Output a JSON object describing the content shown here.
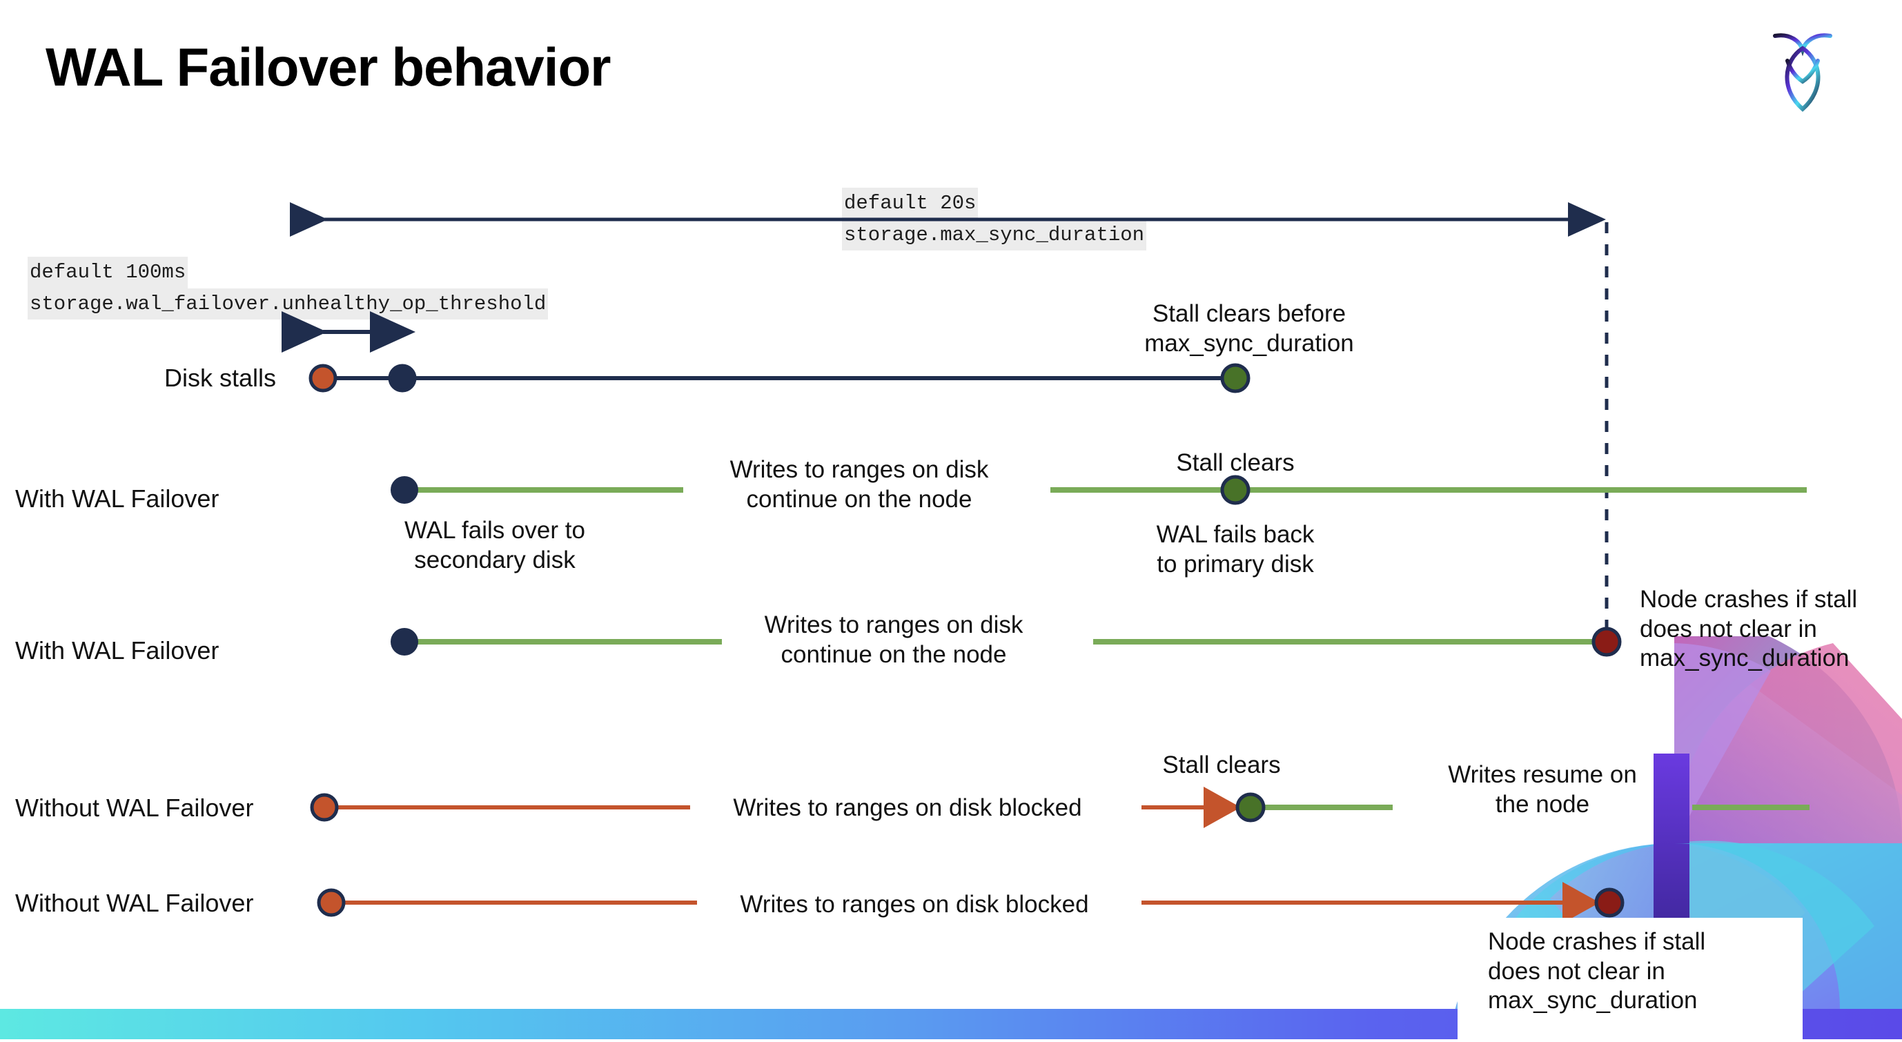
{
  "slide": {
    "title": "WAL Failover behavior",
    "logo_name": "cockroachdb-logo"
  },
  "annotations": {
    "top_cluster_line1": "default 20s",
    "top_cluster_line2": "storage.max_sync_duration",
    "left_cluster_line1": "default 100ms",
    "left_cluster_line2": "storage.wal_failover.unhealthy_op_threshold"
  },
  "rows": [
    {
      "label": "Disk stalls"
    },
    {
      "label": "With WAL Failover"
    },
    {
      "label": "With WAL Failover"
    },
    {
      "label": "Without WAL Failover"
    },
    {
      "label": "Without WAL Failover"
    }
  ],
  "notes": {
    "stall_clears_before": "Stall clears before\nmax_sync_duration",
    "writes_continue_1": "Writes to ranges on disk\ncontinue on the node",
    "stall_clears_1": "Stall clears",
    "wal_fails_over": "WAL fails over to\nsecondary disk",
    "wal_fails_back": "WAL fails  back\nto primary disk",
    "writes_continue_2": "Writes to ranges on disk\ncontinue on the node",
    "node_crashes_1": "Node crashes if stall\ndoes not clear in\nmax_sync_duration",
    "stall_clears_2": "Stall clears",
    "writes_blocked_1": "Writes to ranges on disk  blocked",
    "writes_resume": "Writes resume on\nthe node",
    "writes_blocked_2": "Writes to ranges on disk  blocked",
    "node_crashes_2": "Node crashes if stall\ndoes not clear in\nmax_sync_duration"
  },
  "colors": {
    "navy": "#1f2d4d",
    "green_line": "#7aab58",
    "green_dot": "#487228",
    "orange": "#c4542c",
    "dark_red": "#8a1c16",
    "code_bg": "#ececec",
    "strip_cyan": "#5de8e2",
    "strip_purple": "#5a4ae8"
  }
}
